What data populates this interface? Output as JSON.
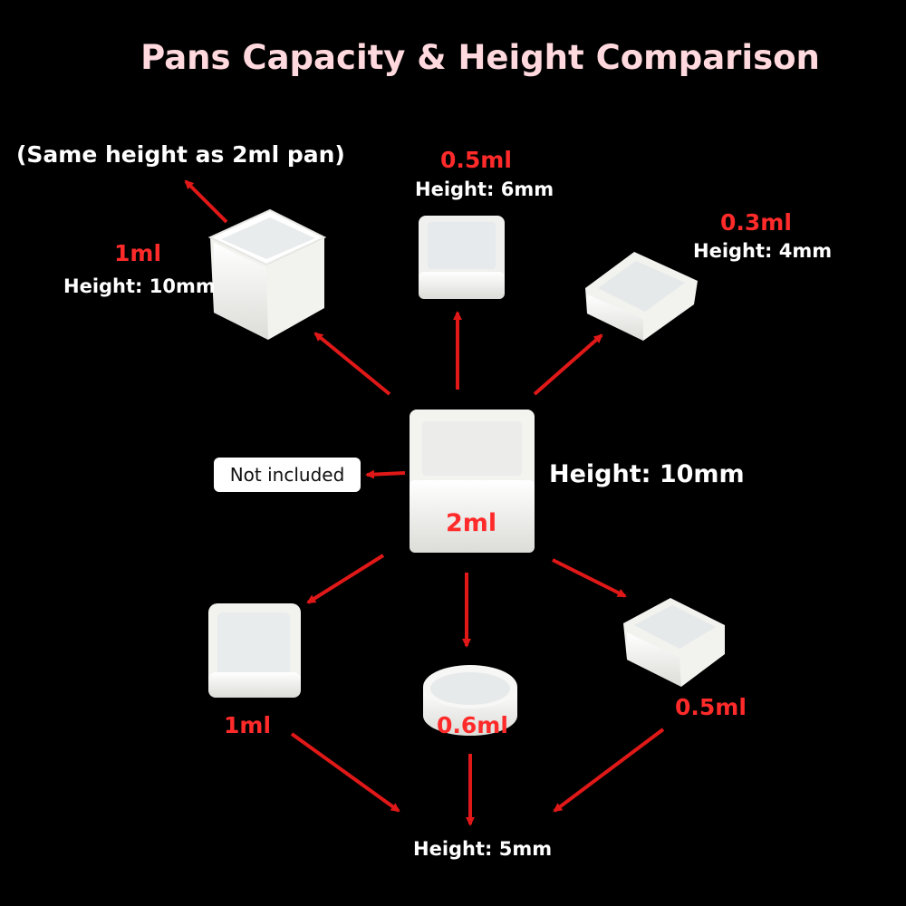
{
  "title": "Pans Capacity & Height Comparison",
  "note": "(Same height as 2ml pan)",
  "center": {
    "capacity": "2ml",
    "height": "Height: 10mm",
    "badge": "Not included"
  },
  "pans_top": [
    {
      "capacity": "1ml",
      "height": "Height: 10mm"
    },
    {
      "capacity": "0.5ml",
      "height": "Height: 6mm"
    },
    {
      "capacity": "0.3ml",
      "height": "Height: 4mm"
    }
  ],
  "pans_bottom": [
    {
      "capacity": "1ml"
    },
    {
      "capacity": "0.6ml"
    },
    {
      "capacity": "0.5ml"
    }
  ],
  "bottom_height": "Height: 5mm",
  "colors": {
    "background": "#000000",
    "label_red": "#ff2a2a",
    "arrow_red": "#e01818",
    "pan_white": "#f4f4f2"
  }
}
